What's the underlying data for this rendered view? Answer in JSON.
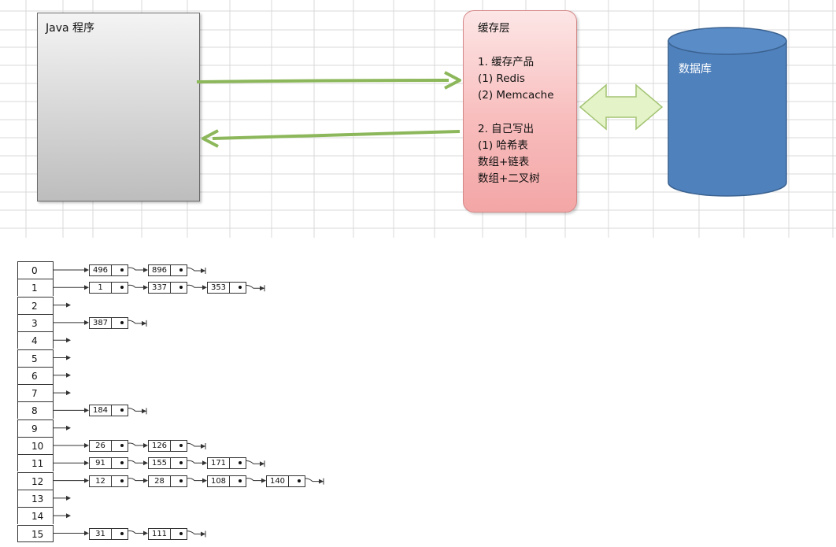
{
  "java": {
    "title": "Java 程序"
  },
  "cache": {
    "title": "缓存层",
    "lines": [
      "1. 缓存产品",
      "(1) Redis",
      "(2) Memcache",
      "",
      "2. 自己写出",
      "(1) 哈希表",
      "数组+链表",
      "数组+二叉树"
    ]
  },
  "database": {
    "label": "数据库"
  },
  "colors": {
    "arrow_green": "#8cb75a",
    "double_arrow_fill": "#e5f3c9",
    "double_arrow_stroke": "#a3c473",
    "cylinder_fill": "#4f81bd",
    "cylinder_stroke": "#3b6290",
    "grid": "#d9d9d9"
  },
  "hash_table": {
    "buckets": [
      {
        "index": "0",
        "nodes": [
          "496",
          "896"
        ]
      },
      {
        "index": "1",
        "nodes": [
          "1",
          "337",
          "353"
        ]
      },
      {
        "index": "2",
        "nodes": []
      },
      {
        "index": "3",
        "nodes": [
          "387"
        ]
      },
      {
        "index": "4",
        "nodes": []
      },
      {
        "index": "5",
        "nodes": []
      },
      {
        "index": "6",
        "nodes": []
      },
      {
        "index": "7",
        "nodes": []
      },
      {
        "index": "8",
        "nodes": [
          "184"
        ]
      },
      {
        "index": "9",
        "nodes": []
      },
      {
        "index": "10",
        "nodes": [
          "26",
          "126"
        ]
      },
      {
        "index": "11",
        "nodes": [
          "91",
          "155",
          "171"
        ]
      },
      {
        "index": "12",
        "nodes": [
          "12",
          "28",
          "108",
          "140"
        ]
      },
      {
        "index": "13",
        "nodes": []
      },
      {
        "index": "14",
        "nodes": []
      },
      {
        "index": "15",
        "nodes": [
          "31",
          "111"
        ]
      }
    ]
  }
}
